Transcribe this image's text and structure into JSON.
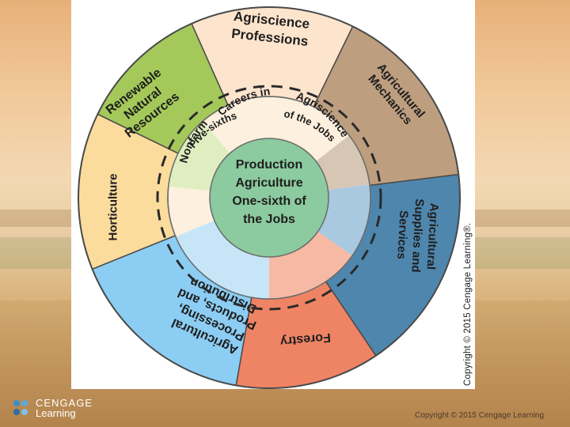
{
  "diagram": {
    "center": {
      "lines": [
        "Production",
        "Agriculture",
        "One-sixth of",
        "the Jobs"
      ]
    },
    "middle_ring": {
      "top_text": "Careers in Agriscience",
      "top_part1": "Careers in",
      "top_part2": "Agriscience",
      "left_text": "Nonfarm",
      "bottom_text": "Five-sixths of the Jobs",
      "bottom_part1": "Five-sixths",
      "bottom_part2": "of the Jobs"
    },
    "segments": [
      {
        "label_lines": [
          "Agriscience",
          "Professions"
        ],
        "color": "#fde4cc"
      },
      {
        "label_lines": [
          "Agricultural",
          "Mechanics"
        ],
        "color": "#bd9e7f"
      },
      {
        "label_lines": [
          "Agricultural",
          "Supplies and",
          "Services"
        ],
        "color": "#4f86ad"
      },
      {
        "label_lines": [
          "Forestry"
        ],
        "color": "#ef8464"
      },
      {
        "label_lines": [
          "Agricultural",
          "Processing,",
          "Products, and",
          "Distribution"
        ],
        "color": "#8ccdf3"
      },
      {
        "label_lines": [
          "Horticulture"
        ],
        "color": "#fcdc9d"
      },
      {
        "label_lines": [
          "Renewable",
          "Natural",
          "Resources"
        ],
        "color": "#a4c95a"
      }
    ],
    "center_color": "#8cca9f",
    "middle_ring_color": "#fdf0de"
  },
  "credit": "Copyright © 2015 Cengage Learning®.",
  "footer": {
    "logo_line1": "CENGAGE",
    "logo_line2": "Learning",
    "copyright": "Copyright © 2015 Cengage Learning"
  }
}
